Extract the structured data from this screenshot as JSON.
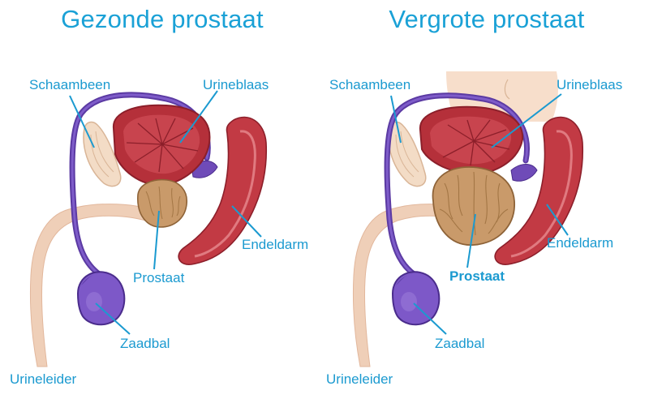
{
  "colors": {
    "title": "#1aa1d6",
    "label": "#1b9ad0",
    "leader": "#1b9ad0",
    "bladder": "#b5303a",
    "bladder_dark": "#8c1f2a",
    "rectum": "#c23a44",
    "prostate": "#c99a6a",
    "vas_deferens": "#5b3aa3",
    "testis": "#7d58c8",
    "urethra": "#efcfb8",
    "pubic_bone": "#f3dcc6",
    "abdomen": "#f6d8c2"
  },
  "panels": [
    {
      "title": "Gezonde prostaat",
      "labels": {
        "pubic_bone": "Schaambeen",
        "bladder": "Urineblaas",
        "rectum": "Endeldarm",
        "prostate": "Prostaat",
        "testis": "Zaadbal",
        "urethra": "Urineleider"
      }
    },
    {
      "title": "Vergrote prostaat",
      "labels": {
        "pubic_bone": "Schaambeen",
        "bladder": "Urineblaas",
        "rectum": "Endeldarm",
        "prostate": "Prostaat",
        "testis": "Zaadbal",
        "urethra": "Urineleider"
      }
    }
  ]
}
